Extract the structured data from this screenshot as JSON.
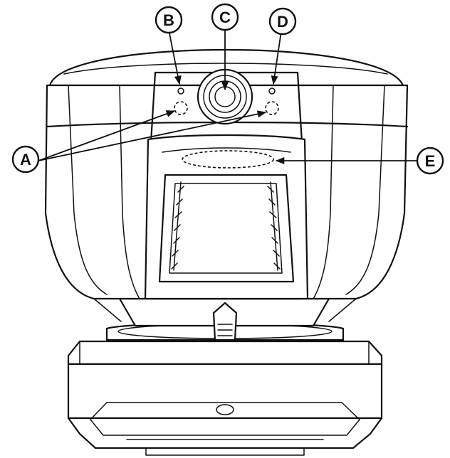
{
  "callouts": {
    "a": "A",
    "b": "B",
    "c": "C",
    "d": "D",
    "e": "E"
  },
  "colors": {
    "line": "#111111",
    "background": "#ffffff"
  }
}
